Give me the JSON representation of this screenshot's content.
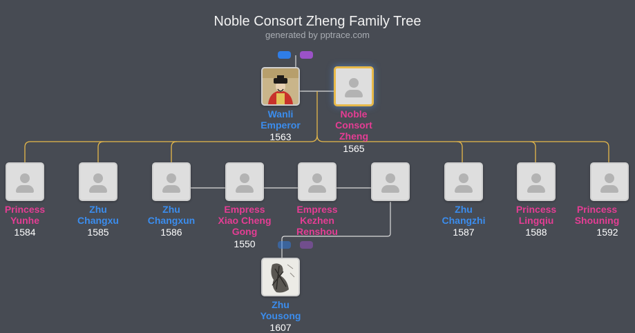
{
  "title": "Noble Consort Zheng Family Tree",
  "subtitle": "generated by pptrace.com",
  "colors": {
    "male": "#3b8dee",
    "female": "#e53d94",
    "line_spouse": "#dcdcdc",
    "line_child": "#e7b94a",
    "background": "#474b53"
  },
  "people": {
    "wanli": {
      "name": "Wanli Emperor",
      "line1": "Wanli",
      "line2": "Emperor",
      "year": "1563",
      "gender": "male",
      "icon": "emperor-portrait-icon"
    },
    "zheng": {
      "line1": "Noble",
      "line2": "Consort",
      "line3": "Zheng",
      "year": "1565",
      "gender": "female",
      "icon": "person-placeholder-icon"
    },
    "yunhe": {
      "line1": "Princess",
      "line2": "Yunhe",
      "year": "1584",
      "gender": "female",
      "icon": "person-placeholder-icon"
    },
    "changxu": {
      "line1": "Zhu",
      "line2": "Changxu",
      "year": "1585",
      "gender": "male",
      "icon": "person-placeholder-icon"
    },
    "changxun": {
      "line1": "Zhu",
      "line2": "Changxun",
      "year": "1586",
      "gender": "male",
      "icon": "person-placeholder-icon"
    },
    "xiaocheng": {
      "line1": "Empress",
      "line2": "Xiao Cheng",
      "line3": "Gong",
      "year": "1550",
      "gender": "female",
      "icon": "person-placeholder-icon"
    },
    "kezhen": {
      "line1": "Empress",
      "line2": "Kezhen",
      "line3": "Renshou",
      "year": "",
      "gender": "female",
      "icon": "person-placeholder-icon"
    },
    "unknown": {
      "year": "",
      "gender": "",
      "icon": "person-placeholder-icon"
    },
    "changzhi": {
      "line1": "Zhu",
      "line2": "Changzhi",
      "year": "1587",
      "gender": "male",
      "icon": "person-placeholder-icon"
    },
    "lingqiu": {
      "line1": "Princess",
      "line2": "Lingqiu",
      "year": "1588",
      "gender": "female",
      "icon": "person-placeholder-icon"
    },
    "shouning": {
      "line1": "Princess",
      "line2": "Shouning",
      "year": "1592",
      "gender": "female",
      "icon": "person-placeholder-icon"
    },
    "yousong": {
      "line1": "Zhu",
      "line2": "Yousong",
      "year": "1607",
      "gender": "male",
      "icon": "ink-portrait-icon"
    }
  }
}
